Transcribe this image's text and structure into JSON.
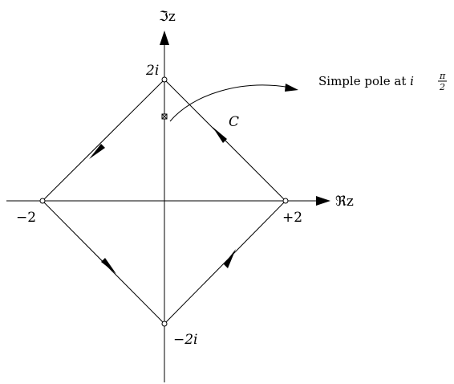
{
  "axes": {
    "imag_label": "ℑz",
    "real_label": "ℜz"
  },
  "vertices": {
    "top": "2i",
    "left": "−2",
    "right": "+2",
    "bottom": "−2i"
  },
  "contour": {
    "label": "C"
  },
  "pole_annotation": {
    "text": "Simple pole at ",
    "var": "i",
    "frac_num": "π",
    "frac_den": "2"
  }
}
